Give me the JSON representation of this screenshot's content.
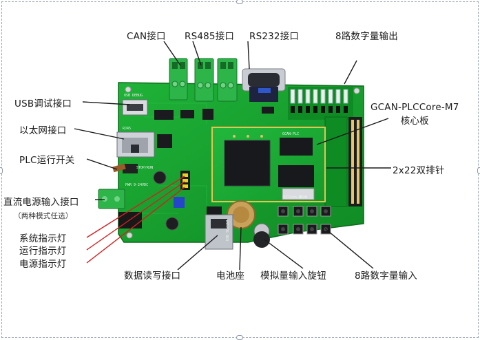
{
  "labels": {
    "can": "CAN接口",
    "rs485": "RS485接口",
    "rs232": "RS232接口",
    "do8": "8路数字量输出",
    "usb": "USB调试接口",
    "eth": "以太网接口",
    "plc_switch": "PLC运行开关",
    "dc_power": "直流电源输入接口",
    "dc_note": "（两种模式任选）",
    "sys_led": "系统指示灯",
    "run_led": "运行指示灯",
    "pwr_led": "电源指示灯",
    "core": "GCAN-PLCCore-M7\n核心板",
    "header": "2x22双排针",
    "sd": "数据读写接口",
    "battery": "电池座",
    "analog": "模拟量输入旋钮",
    "di8": "8路数字量输入"
  },
  "board_marks": {
    "usb": "USB DEBUG",
    "eth": "RJ45",
    "switch": "STOP/RUN",
    "pwr": "PWR 9-24VDC",
    "sd": "USB SD/RAM",
    "core": "PLCCore-M7",
    "chip": "GCAN-PLC",
    "scan": "SCAN"
  },
  "colors": {
    "pcb": "#16a52c",
    "pcb_dark": "#0d7d1e",
    "terminal": "#2db54a",
    "arrow": "#1a1a1a",
    "led_arrow": "#d42020"
  }
}
